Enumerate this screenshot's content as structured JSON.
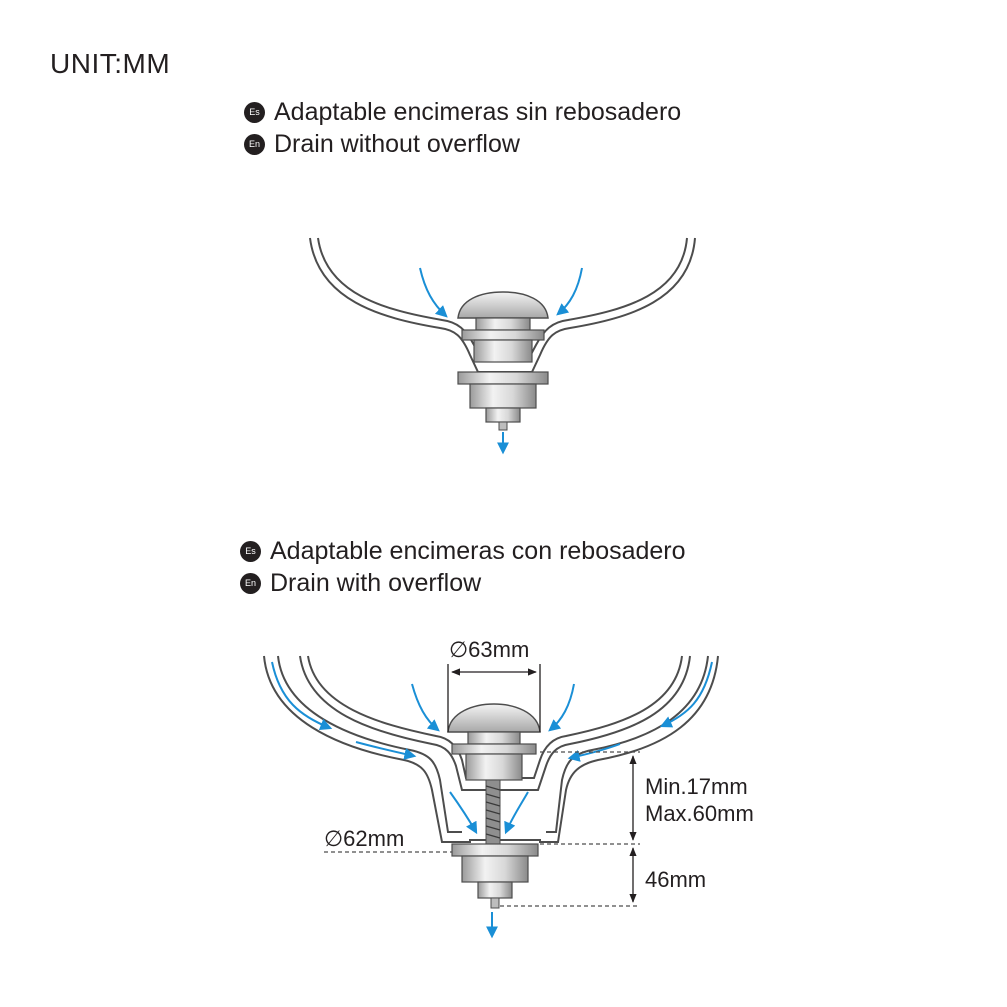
{
  "unit_label": "UNIT:MM",
  "section_without_overflow": {
    "es_badge": "Es",
    "es_text": "Adaptable encimeras sin rebosadero",
    "en_badge": "En",
    "en_text": "Drain without overflow"
  },
  "section_with_overflow": {
    "es_badge": "Es",
    "es_text": "Adaptable encimeras con rebosadero",
    "en_badge": "En",
    "en_text": "Drain with overflow"
  },
  "dimensions": {
    "cap_diameter": "∅63mm",
    "body_diameter": "∅62mm",
    "min_thickness": "Min.17mm",
    "max_thickness": "Max.60mm",
    "body_height": "46mm"
  },
  "colors": {
    "line": "#4d4d4d",
    "flow_arrow": "#1a8fd6",
    "metal_light": "#e6e6e6",
    "metal_dark": "#9a9a9a"
  }
}
